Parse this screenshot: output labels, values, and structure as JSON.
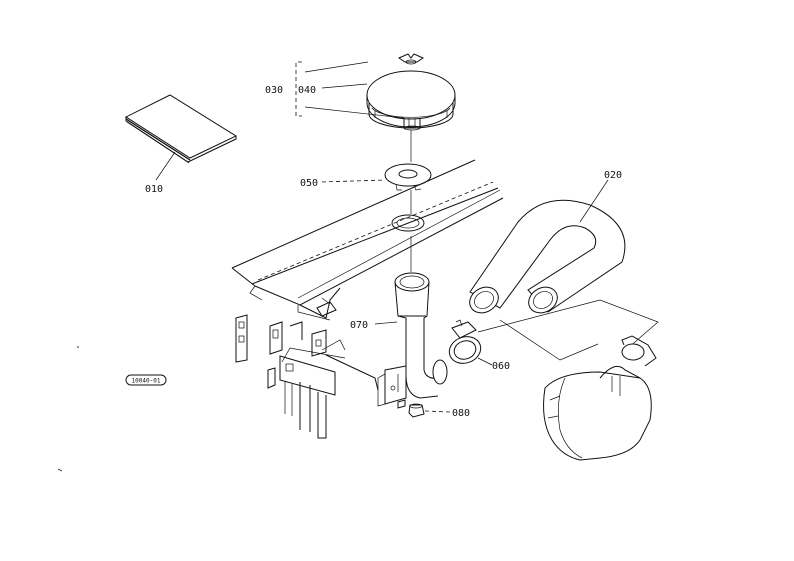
{
  "parts": {
    "manual": {
      "ref": "010"
    },
    "intake_hose": {
      "ref": "020"
    },
    "air_cleaner_assembly": {
      "ref": "030"
    },
    "air_cleaner_cover": {
      "ref": "040"
    },
    "grommet": {
      "ref": "050"
    },
    "hose_clamp": {
      "ref": "060"
    },
    "intake_pipe": {
      "ref": "070"
    },
    "bolt": {
      "ref": "080"
    }
  },
  "figure_code": "10040-01"
}
